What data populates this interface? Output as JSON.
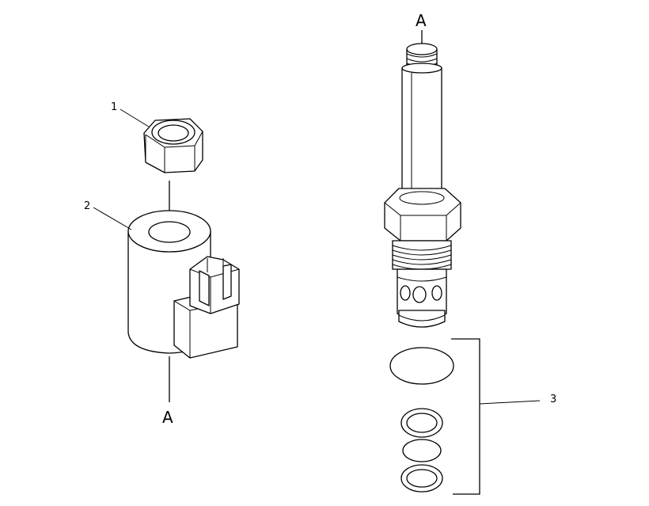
{
  "callouts": {
    "nut": "1",
    "coil": "2",
    "seal_kit": "3"
  },
  "reference_letters": {
    "coil_bottom": "A",
    "valve_top": "A"
  }
}
